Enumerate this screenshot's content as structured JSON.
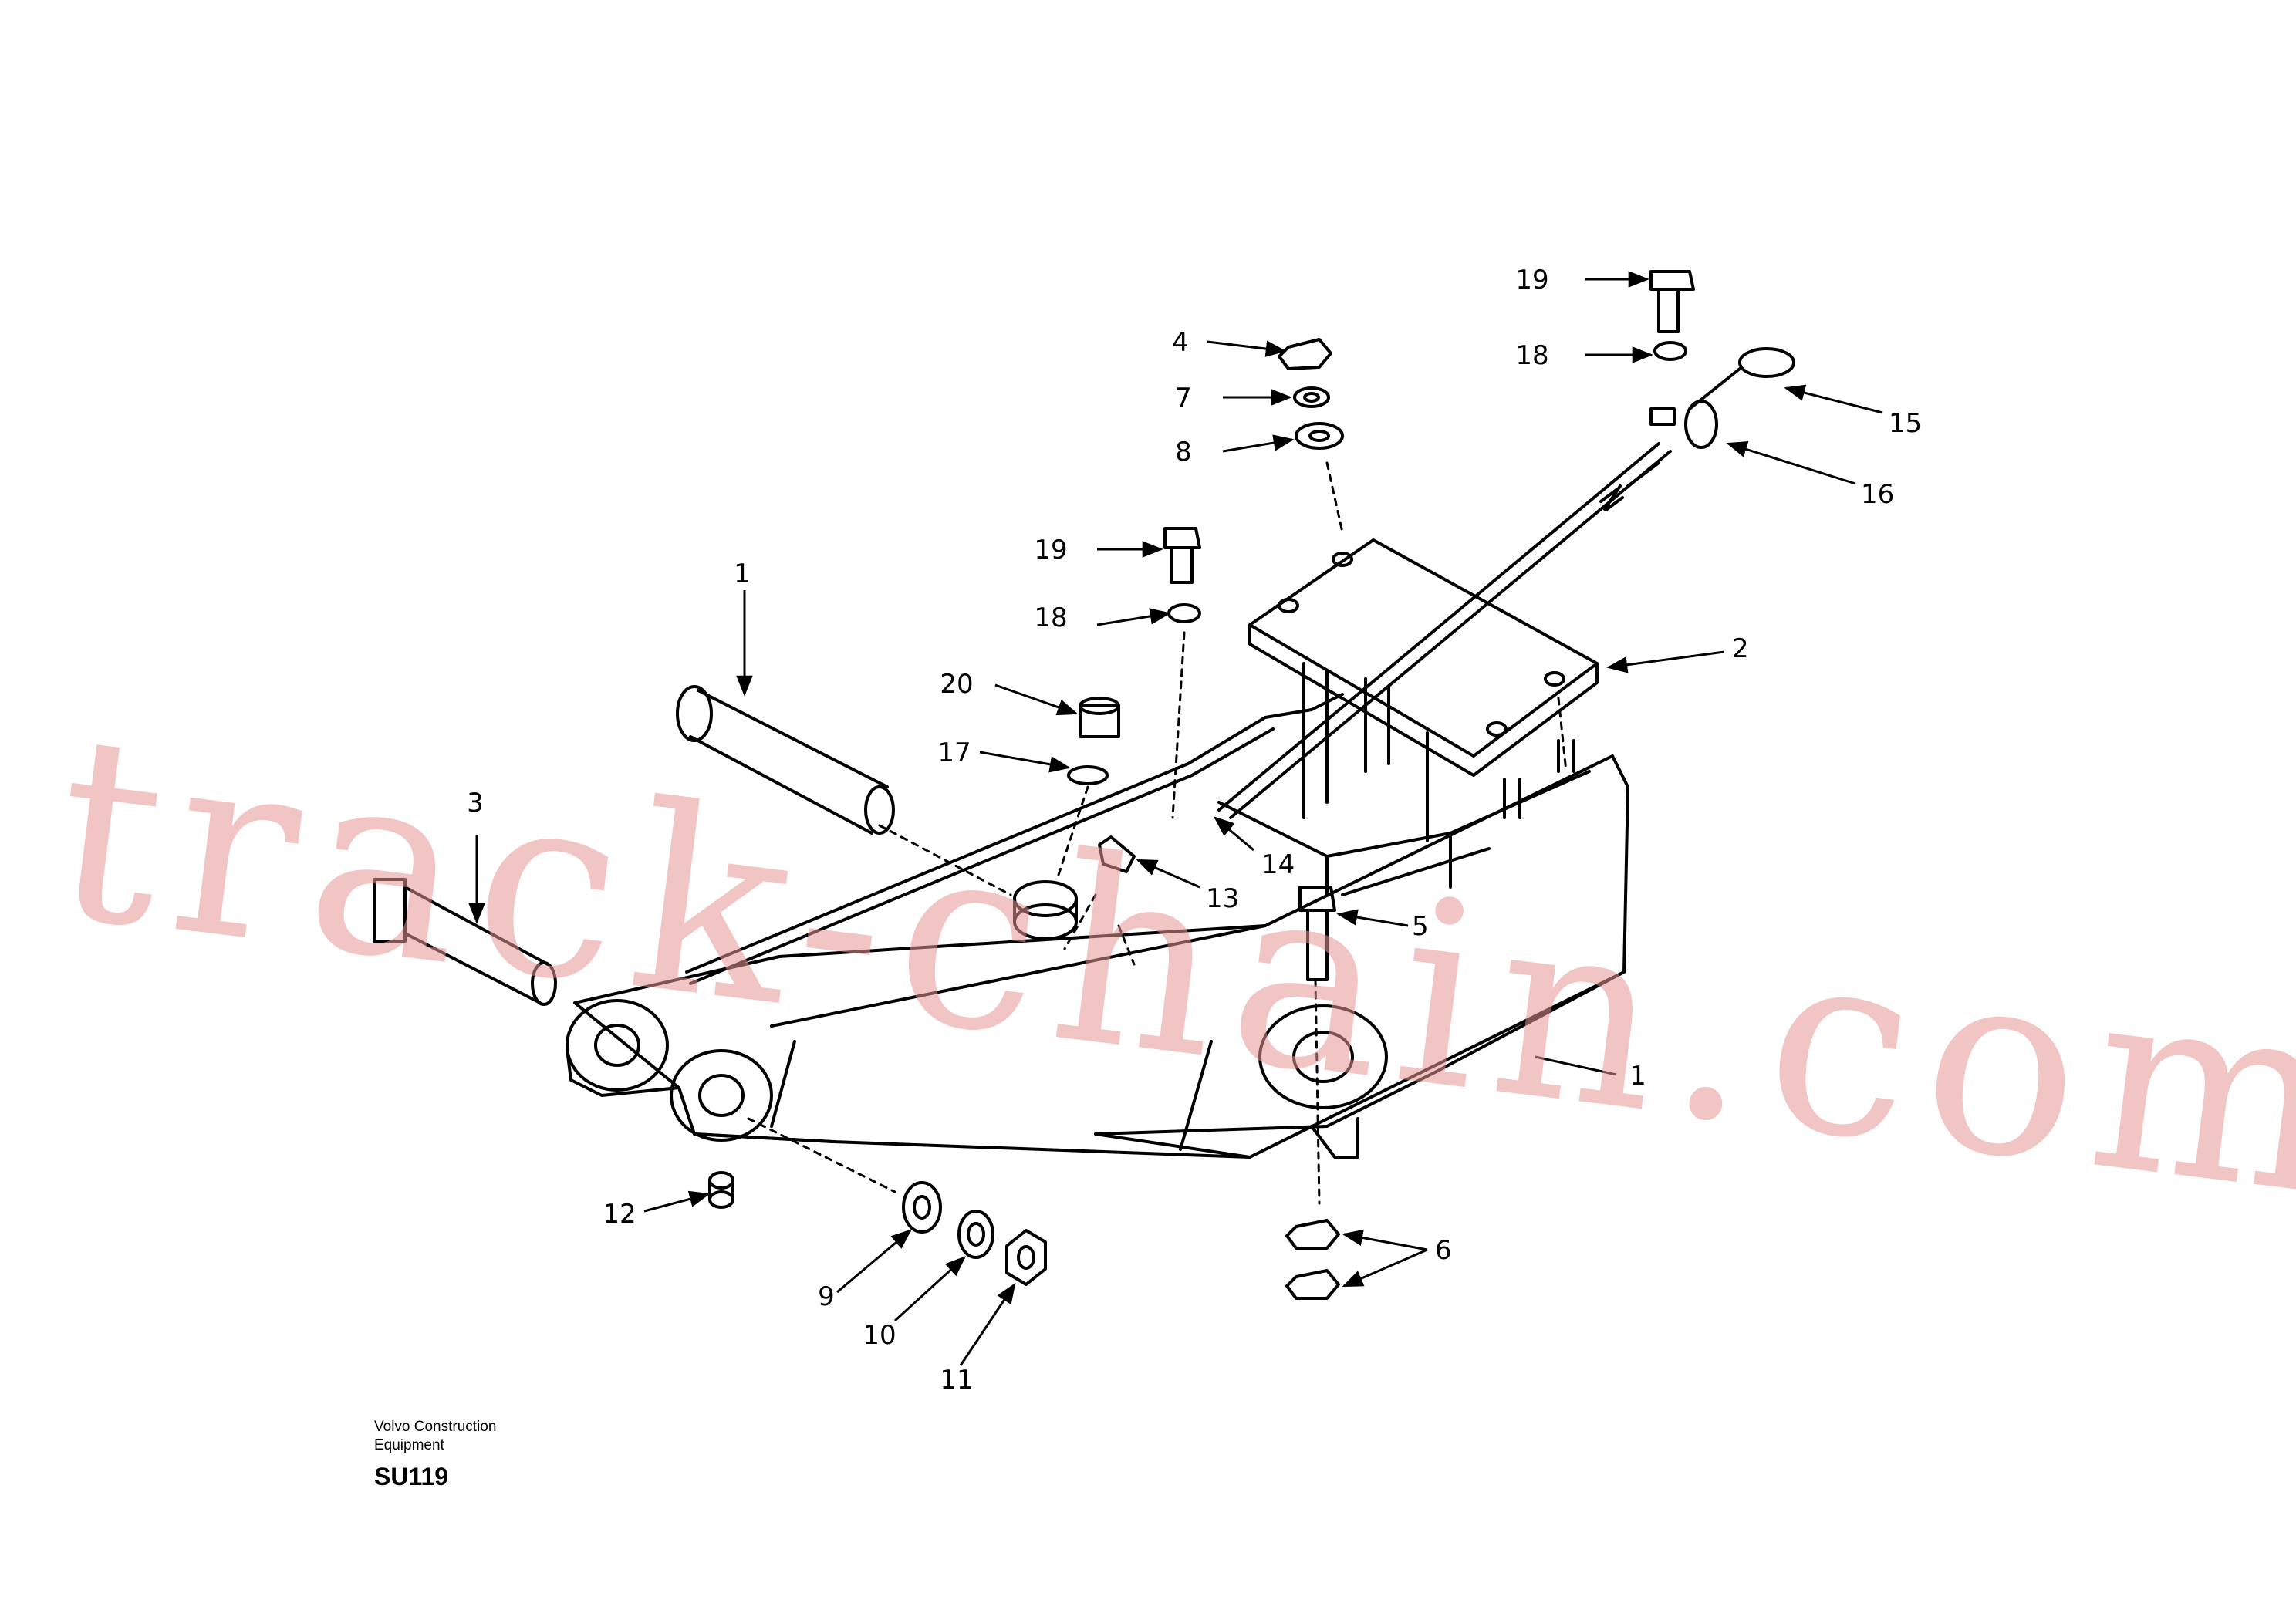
{
  "diagram": {
    "callouts": [
      {
        "label": "1"
      },
      {
        "label": "2"
      },
      {
        "label": "3"
      },
      {
        "label": "4"
      },
      {
        "label": "5"
      },
      {
        "label": "6"
      },
      {
        "label": "7"
      },
      {
        "label": "8"
      },
      {
        "label": "9"
      },
      {
        "label": "10"
      },
      {
        "label": "11"
      },
      {
        "label": "12"
      },
      {
        "label": "13"
      },
      {
        "label": "14"
      },
      {
        "label": "15"
      },
      {
        "label": "16"
      },
      {
        "label": "17"
      },
      {
        "label": "18"
      },
      {
        "label": "19"
      },
      {
        "label": "20"
      }
    ],
    "second_label_1": "1",
    "second_label_18": "18",
    "second_label_19": "19"
  },
  "footer": {
    "company_line1": "Volvo Construction",
    "company_line2": "Equipment",
    "code": "SU119"
  },
  "watermark": "track-chain.com"
}
